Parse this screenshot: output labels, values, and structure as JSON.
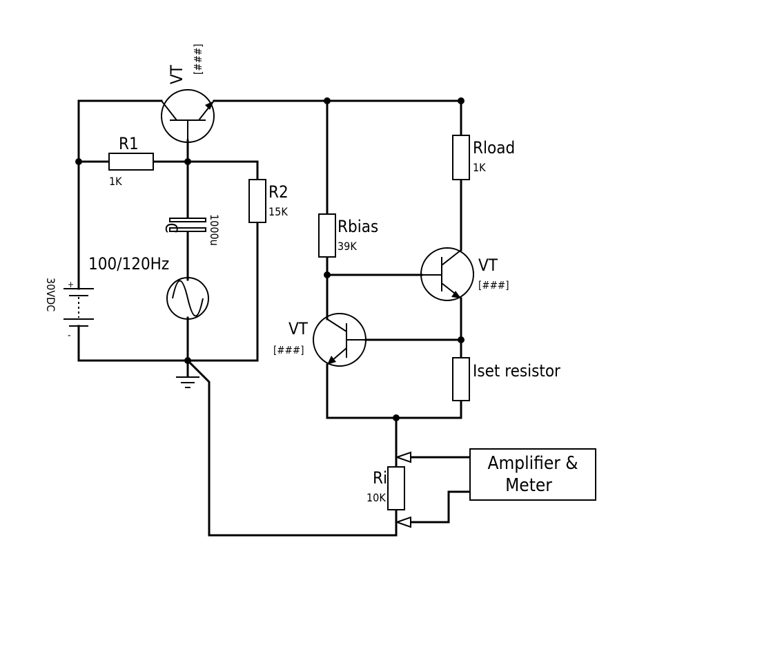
{
  "transistors": {
    "top": {
      "name": "VT",
      "value": "[###]"
    },
    "right": {
      "name": "VT",
      "value": "[###]"
    },
    "left": {
      "name": "VT",
      "value": "[###]"
    }
  },
  "resistors": {
    "r1": {
      "name": "R1",
      "value": "1K"
    },
    "r2": {
      "name": "R2",
      "value": "15K"
    },
    "rbias": {
      "name": "Rbias",
      "value": "39K"
    },
    "rload": {
      "name": "Rload",
      "value": "1K"
    },
    "iset": {
      "name": "Iset resistor"
    },
    "ri": {
      "name": "Ri",
      "value": "10K"
    }
  },
  "capacitor": {
    "name": "C",
    "value": "1000u"
  },
  "source": {
    "label": "100/120Hz"
  },
  "battery": {
    "label": "30VDC",
    "plus": "+",
    "minus": "-"
  },
  "amplifier": {
    "line1": "Amplifier &",
    "line2": "Meter"
  }
}
